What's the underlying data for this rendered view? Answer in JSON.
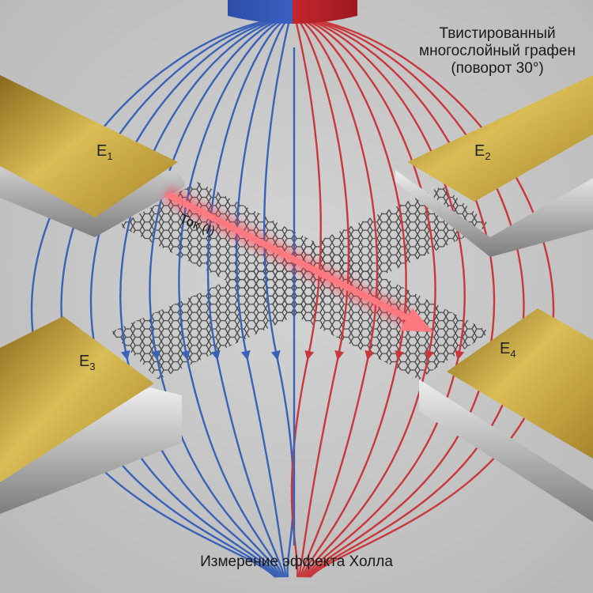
{
  "labels": {
    "material_line1": "Твистированный",
    "material_line2": "многослойный графен",
    "material_line3": "(поворот 30°)",
    "current": "Ток (I)",
    "caption": "Измерение эффекта Холла"
  },
  "electrodes": [
    {
      "letter": "E",
      "index": "1"
    },
    {
      "letter": "E",
      "index": "2"
    },
    {
      "letter": "E",
      "index": "3"
    },
    {
      "letter": "E",
      "index": "4"
    }
  ],
  "colors": {
    "background": "#c9c9c9",
    "north_field": "#3a63b8",
    "south_field": "#c8383c",
    "gold": "#c9a93d",
    "graphene": "#3a3a3a",
    "current_arrow": "#ff5060"
  }
}
